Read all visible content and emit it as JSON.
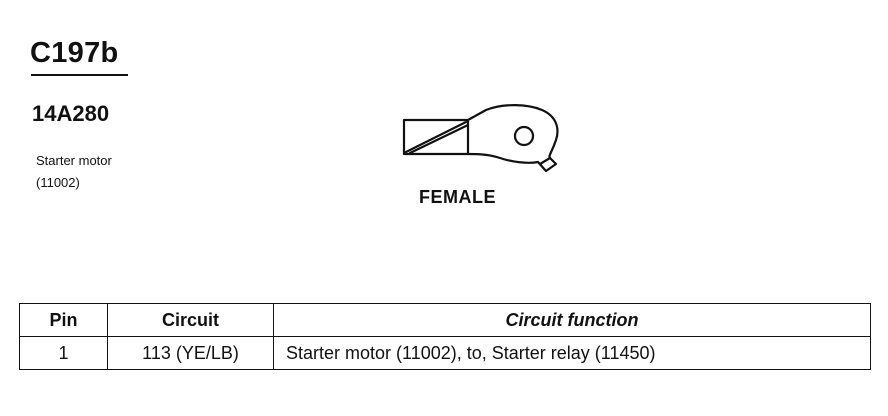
{
  "connector": {
    "id": "C197b",
    "part_number": "14A280",
    "component_name": "Starter motor",
    "component_code": "(11002)"
  },
  "diagram": {
    "gender_label": "FEMALE",
    "terminal_icon": "ring-terminal-icon"
  },
  "table": {
    "headers": {
      "pin": "Pin",
      "circuit": "Circuit",
      "function": "Circuit function"
    },
    "rows": [
      {
        "pin": "1",
        "circuit": "113 (YE/LB)",
        "function": "Starter motor (11002), to, Starter relay (11450)"
      }
    ]
  }
}
